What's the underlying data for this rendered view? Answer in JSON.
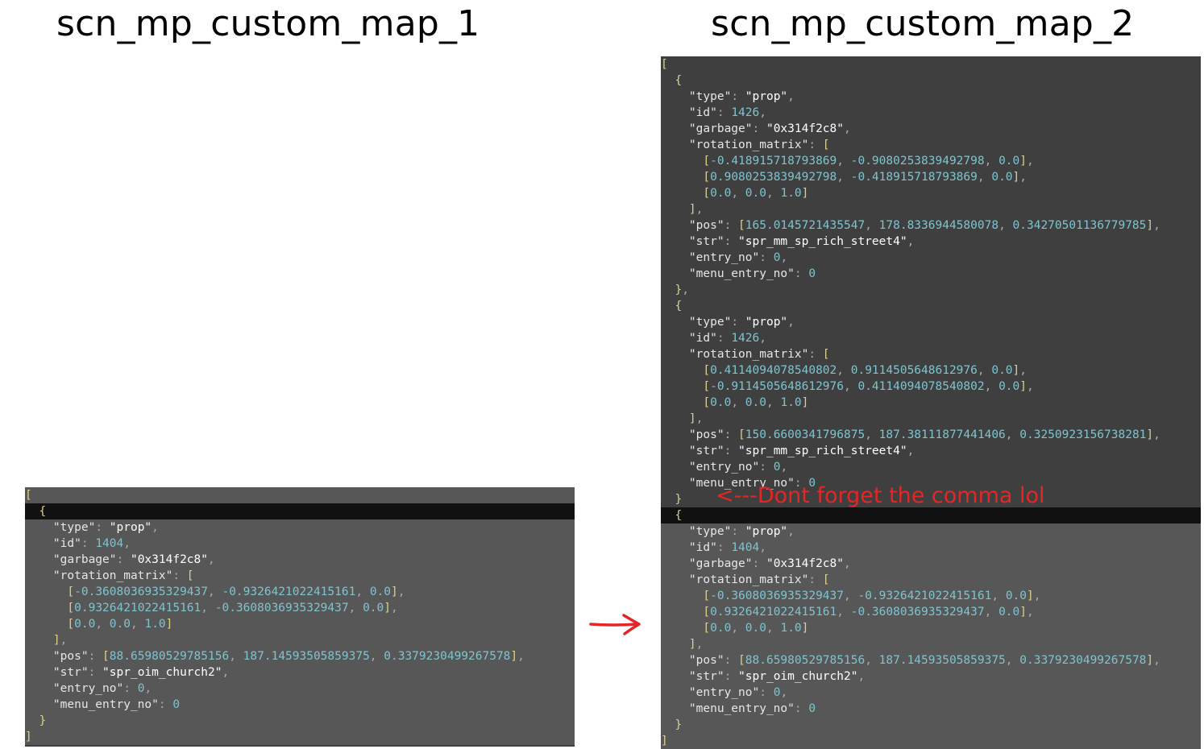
{
  "titles": {
    "left": "scn_mp_custom_map_1",
    "right": "scn_mp_custom_map_2"
  },
  "note": "<---Dont forget the comma lol",
  "arrow_color": "#e32626",
  "colors": {
    "editor_bg": "#3f3f3f",
    "number": "#7ec4cf",
    "bracket": "#dcd18b"
  },
  "left_lines": [
    "[",
    "  {",
    "    \"type\": \"prop\",",
    "    \"id\": 1404,",
    "    \"garbage\": \"0x314f2c8\",",
    "    \"rotation_matrix\": [",
    "      [-0.3608036935329437, -0.9326421022415161, 0.0],",
    "      [0.9326421022415161, -0.3608036935329437, 0.0],",
    "      [0.0, 0.0, 1.0]",
    "    ],",
    "    \"pos\": [88.65980529785156, 187.14593505859375, 0.3379230499267578],",
    "    \"str\": \"spr_oim_church2\",",
    "    \"entry_no\": 0,",
    "    \"menu_entry_no\": 0",
    "  }",
    "]"
  ],
  "right_lines": [
    "[",
    "  {",
    "    \"type\": \"prop\",",
    "    \"id\": 1426,",
    "    \"garbage\": \"0x314f2c8\",",
    "    \"rotation_matrix\": [",
    "      [-0.418915718793869, -0.9080253839492798, 0.0],",
    "      [0.9080253839492798, -0.418915718793869, 0.0],",
    "      [0.0, 0.0, 1.0]",
    "    ],",
    "    \"pos\": [165.0145721435547, 178.8336944580078, 0.34270501136779785],",
    "    \"str\": \"spr_mm_sp_rich_street4\",",
    "    \"entry_no\": 0,",
    "    \"menu_entry_no\": 0",
    "  },",
    "  {",
    "    \"type\": \"prop\",",
    "    \"id\": 1426,",
    "    \"rotation_matrix\": [",
    "      [0.4114094078540802, 0.9114505648612976, 0.0],",
    "      [-0.9114505648612976, 0.4114094078540802, 0.0],",
    "      [0.0, 0.0, 1.0]",
    "    ],",
    "    \"pos\": [150.6600341796875, 187.38111877441406, 0.3250923156738281],",
    "    \"str\": \"spr_mm_sp_rich_street4\",",
    "    \"entry_no\": 0,",
    "    \"menu_entry_no\": 0",
    "  }",
    "  {",
    "    \"type\": \"prop\",",
    "    \"id\": 1404,",
    "    \"garbage\": \"0x314f2c8\",",
    "    \"rotation_matrix\": [",
    "      [-0.3608036935329437, -0.9326421022415161, 0.0],",
    "      [0.9326421022415161, -0.3608036935329437, 0.0],",
    "      [0.0, 0.0, 1.0]",
    "    ],",
    "    \"pos\": [88.65980529785156, 187.14593505859375, 0.3379230499267578],",
    "    \"str\": \"spr_oim_church2\",",
    "    \"entry_no\": 0,",
    "    \"menu_entry_no\": 0",
    "  }",
    "]"
  ]
}
